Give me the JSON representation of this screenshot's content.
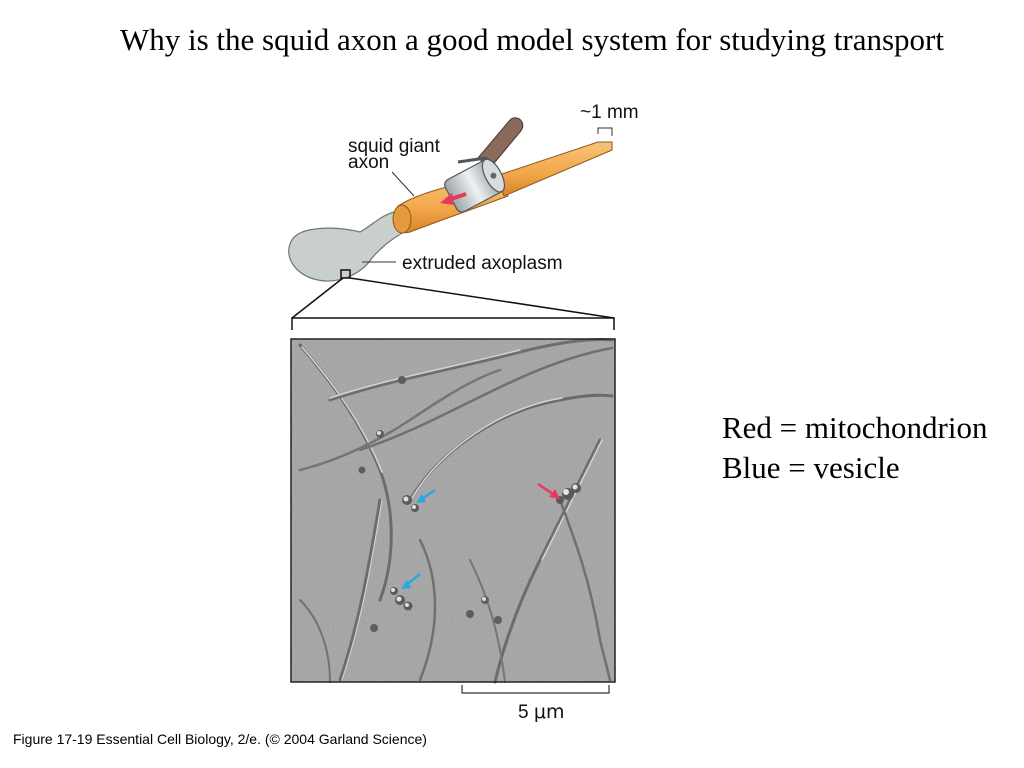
{
  "slide": {
    "title": "Why is the squid axon a good model system for studying transport",
    "legend": {
      "red": "Red = mitochondrion",
      "blue": "Blue = vesicle"
    },
    "caption": "Figure 17-19  Essential Cell Biology, 2/e. (© 2004 Garland Science)"
  },
  "figure": {
    "labels": {
      "axon_line1": "squid giant",
      "axon_line2": "axon",
      "scale_top": "~1 mm",
      "axoplasm": "extruded axoplasm",
      "scale_bar_number": "5 ",
      "scale_bar_unit": "μm"
    },
    "colors": {
      "axon_orange": "#F2A648",
      "axoplasm_gray": "#C9D0CC",
      "micrograph_gray": "#9C9C9C",
      "arrow_red": "#E8385B",
      "arrow_blue": "#29A8E0"
    }
  }
}
